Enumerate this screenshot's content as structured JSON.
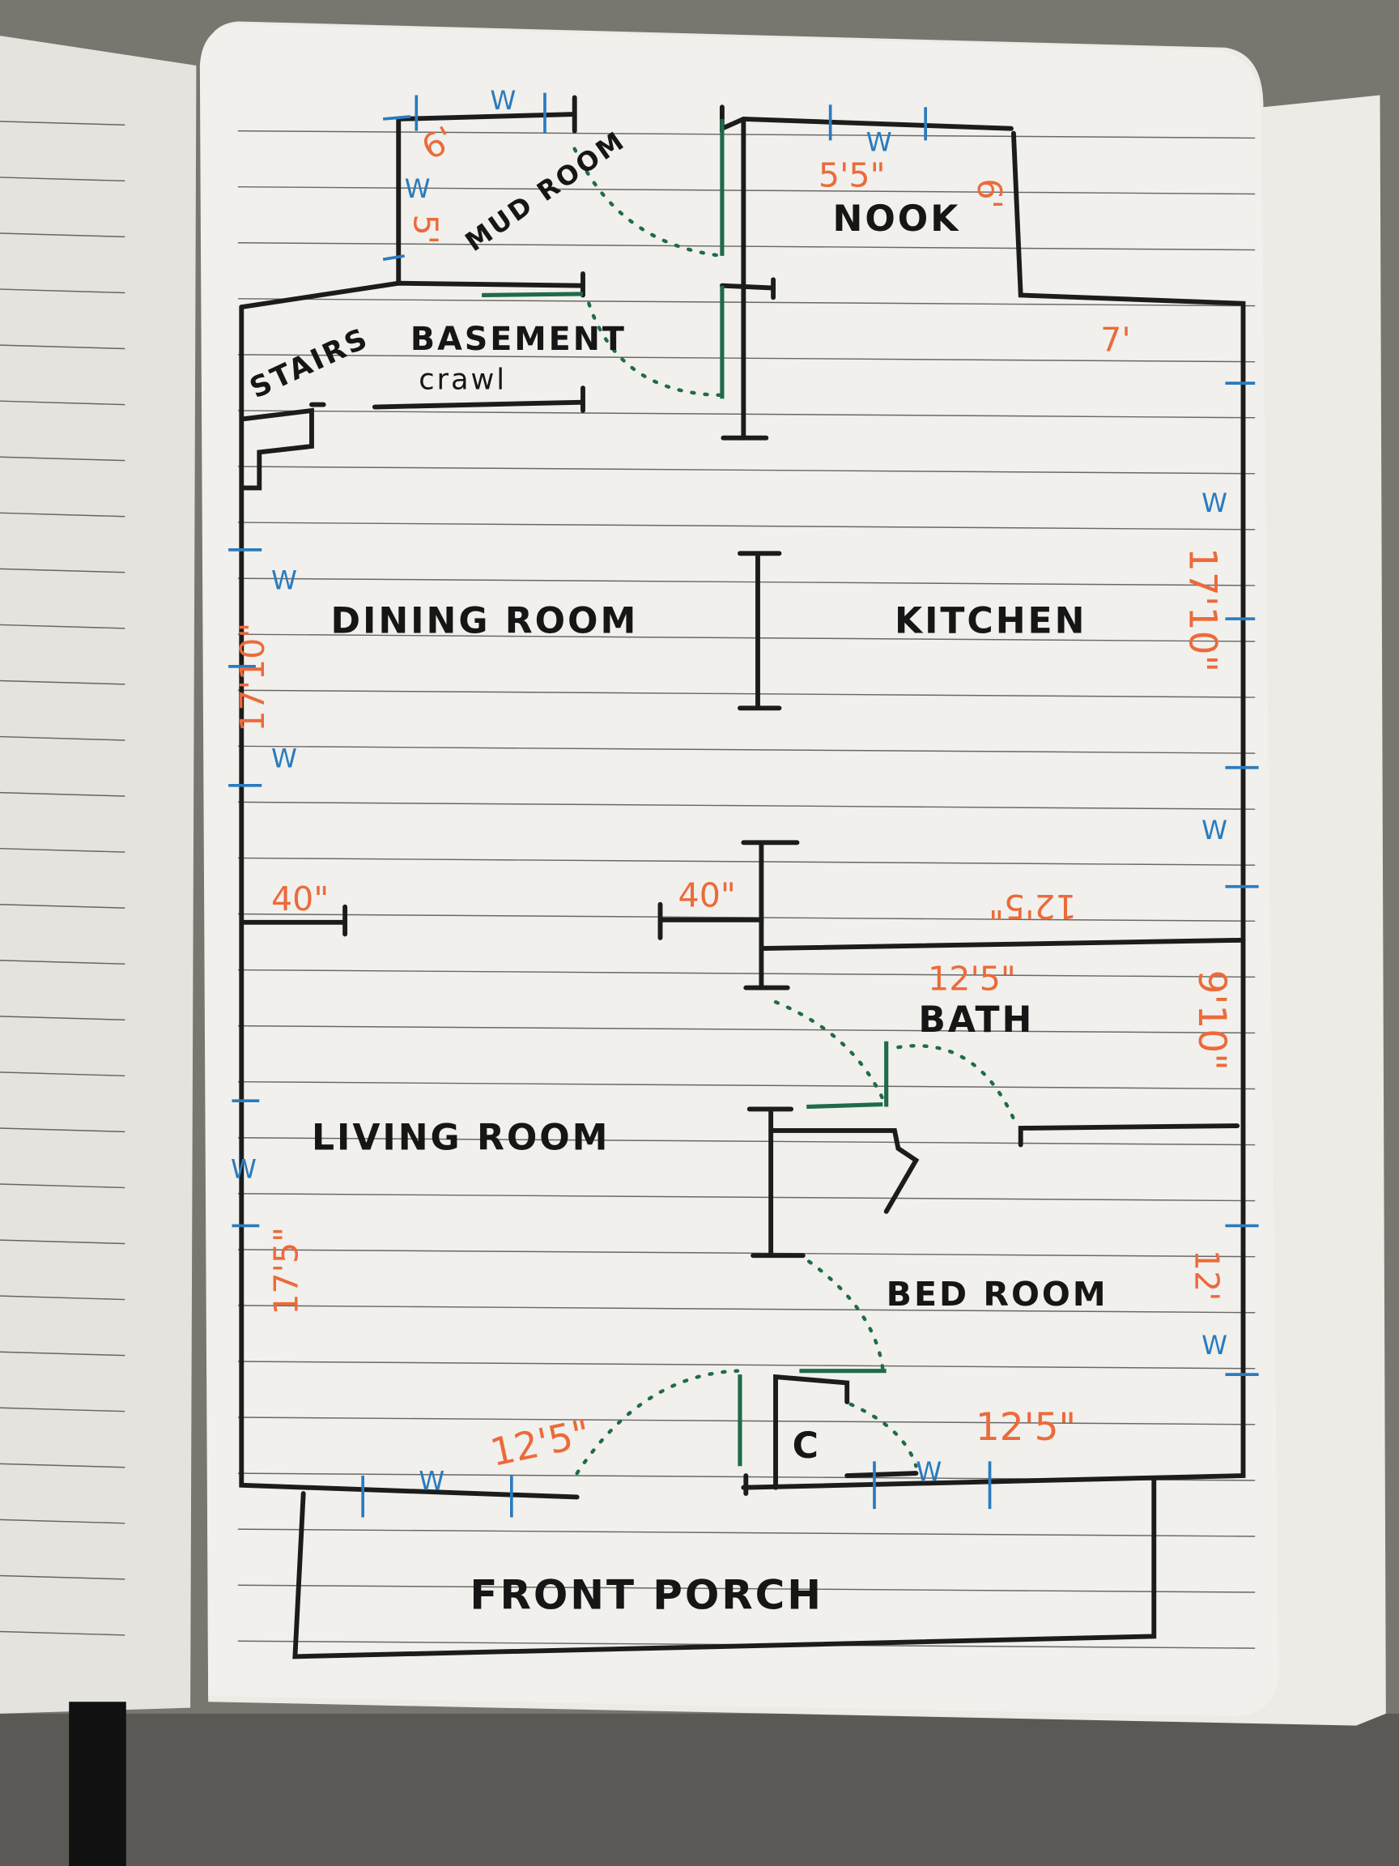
{
  "plan": {
    "rooms": {
      "mud_room": "MUD ROOM",
      "nook": "NOOK",
      "stairs": "STAIRS",
      "basement": "BASEMENT",
      "crawl": "CRAWL",
      "dining_room": "DINING ROOM",
      "kitchen": "KITCHEN",
      "bath": "BATH",
      "living_room": "LIVING ROOM",
      "bedroom": "BED ROOM",
      "closet": "C",
      "front_porch": "FRONT PORCH"
    },
    "dimensions": {
      "mud_room_width": "6'",
      "mud_room_depth": "5'",
      "nook_width": "5'5\"",
      "nook_depth": "6'",
      "kitchen_offset": "7'",
      "dining_depth": "17'10\"",
      "kitchen_depth": "17'10\"",
      "left_wall_stub": "40\"",
      "center_wall_stub": "40\"",
      "bath_width_upper": "12'5\"",
      "bath_width_lower": "12'5\"",
      "bath_depth": "9'10\"",
      "living_depth": "17'5\"",
      "bedroom_depth": "12'",
      "living_width": "12'5\"",
      "bedroom_width": "12'5\""
    },
    "window_marker": "W",
    "colors": {
      "walls": "#1c1c1c",
      "doors": "#1f6b4a",
      "dimensions": "#ec6a3a",
      "windows": "#2a7bbf",
      "paper": "#f1f0ec"
    }
  }
}
